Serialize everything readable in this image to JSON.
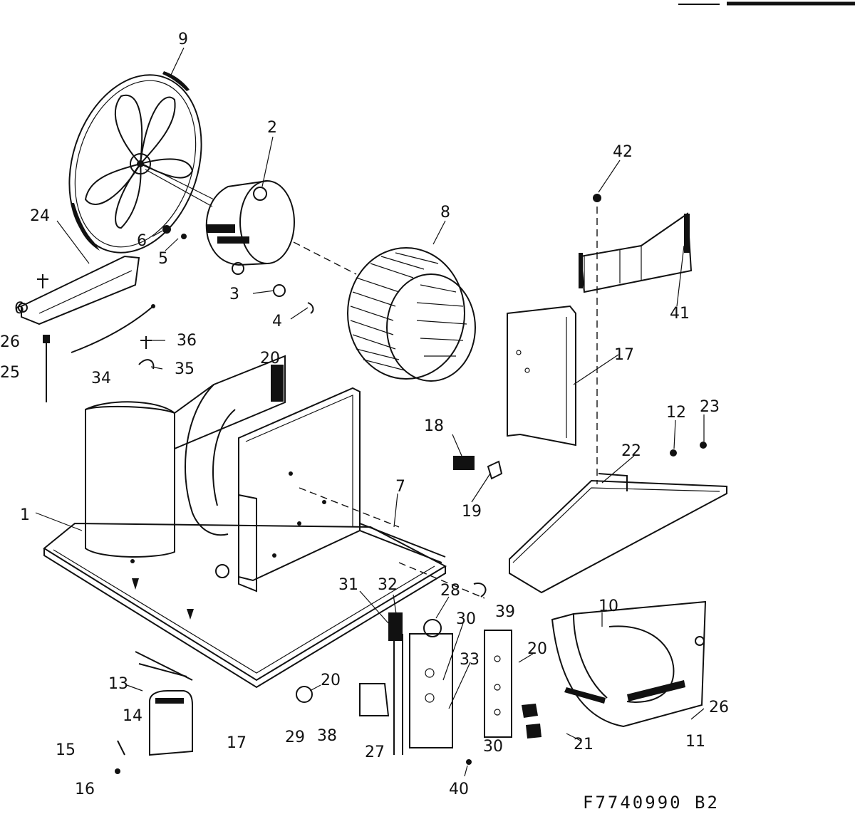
{
  "drawing_number": "F7740990 B2",
  "part_labels": [
    "1",
    "2",
    "3",
    "4",
    "5",
    "6",
    "7",
    "8",
    "9",
    "10",
    "11",
    "12",
    "13",
    "14",
    "15",
    "16",
    "17",
    "17",
    "18",
    "19",
    "20",
    "20",
    "20",
    "21",
    "22",
    "23",
    "24",
    "25",
    "26",
    "26",
    "27",
    "28",
    "29",
    "30",
    "30",
    "31",
    "32",
    "33",
    "34",
    "35",
    "36",
    "38",
    "39",
    "40",
    "41",
    "42",
    "6"
  ]
}
